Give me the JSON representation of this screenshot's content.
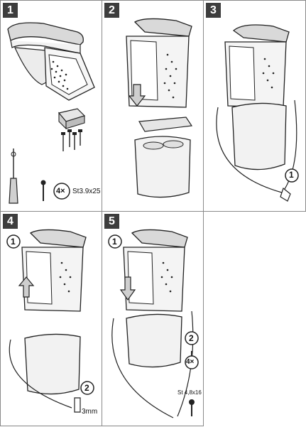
{
  "steps": [
    {
      "number": "1"
    },
    {
      "number": "2"
    },
    {
      "number": "3"
    },
    {
      "number": "4"
    },
    {
      "number": "5"
    }
  ],
  "panel1": {
    "quantity": "4×",
    "screw_spec": "St3.9x25"
  },
  "panel3": {
    "sub_step": "1"
  },
  "panel4": {
    "sub_step_a": "1",
    "sub_step_b": "2",
    "tool_size": "3mm"
  },
  "panel5": {
    "sub_step_a": "1",
    "sub_step_b": "2",
    "quantity": "4×",
    "screw_spec": "St 4,8x16"
  }
}
